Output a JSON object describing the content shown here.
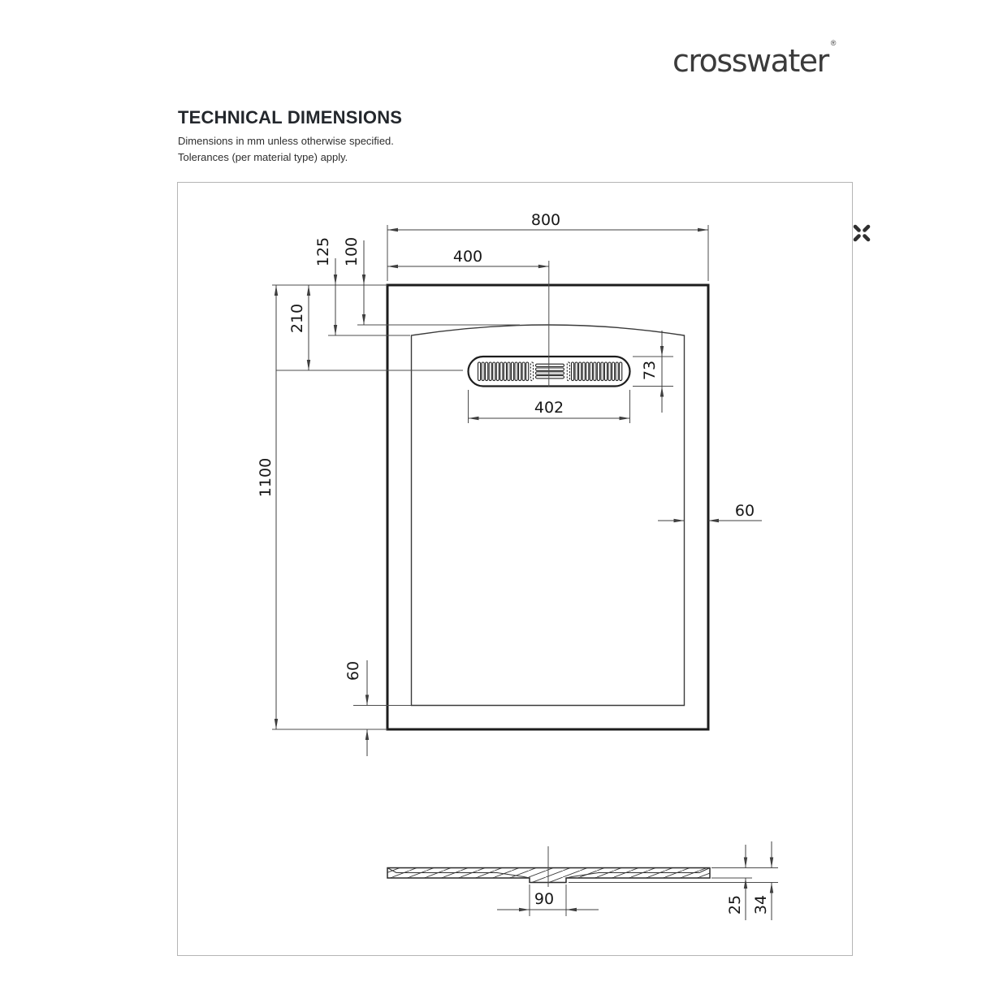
{
  "logo": {
    "text": "crosswater",
    "registered": "®"
  },
  "header": {
    "title": "TECHNICAL DIMENSIONS",
    "note_line1": "Dimensions in mm unless otherwise specified.",
    "note_line2": "Tolerances (per material type) apply."
  },
  "dims": {
    "overall_width": "800",
    "drain_offset": "400",
    "rim_to_floor": "125",
    "rim_to_crest": "100",
    "rim_to_drain": "210",
    "overall_length": "1100",
    "waste_width": "402",
    "waste_depth": "73",
    "border_right": "60",
    "border_bottom": "60",
    "recess_width": "90",
    "edge_thickness": "25",
    "overall_height": "34"
  },
  "waste_cover": {
    "left_slots": 14,
    "right_slots": 14,
    "bars": 4
  },
  "colors": {
    "line_dark": "#1d1d1d",
    "line_dim": "#3f3f3f",
    "frame_border": "#b5b5b5",
    "text": "#171717"
  }
}
